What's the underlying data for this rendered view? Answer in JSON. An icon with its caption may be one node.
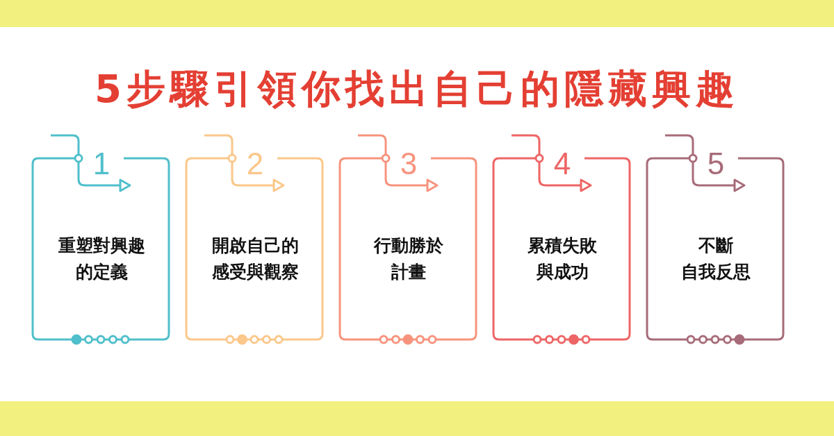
{
  "diagram": {
    "title": "5步驟引領你找出自己的隱藏興趣",
    "nodes": [
      {
        "text": [
          "1",
          "重塑對興趣的定義"
        ]
      },
      {
        "text": [
          "2",
          "開啟自己的感受與觀察"
        ]
      },
      {
        "text": [
          "3",
          "行動勝於計畫"
        ]
      },
      {
        "text": [
          "4",
          "累積失敗與成功"
        ]
      },
      {
        "text": [
          "5",
          "不斷自我反思"
        ]
      }
    ]
  }
}
